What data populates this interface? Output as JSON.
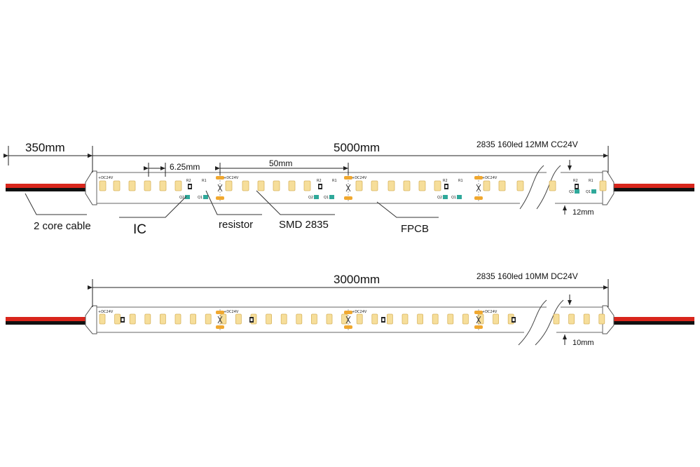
{
  "strip1": {
    "cable_length": "350mm",
    "total_length": "5000mm",
    "spec": "2835  160led 12MM  CC24V",
    "led_pitch": "6.25mm",
    "cut_pitch": "50mm",
    "width": "12mm",
    "labels": {
      "cable": "2 core cable",
      "ic": "IC",
      "resistor": "resistor",
      "smd": "SMD 2835",
      "fpcb": "FPCB"
    },
    "pcb_marks": {
      "voltage": "+DC24V",
      "r1": "R1",
      "r2": "R2",
      "q1": "Q1",
      "q2": "Q2"
    }
  },
  "strip2": {
    "total_length": "3000mm",
    "spec": "2835  160led 10MM  DC24V",
    "width": "10mm",
    "pcb_marks": {
      "voltage": "+DC24V"
    }
  },
  "colors": {
    "led": "#F6DE9A",
    "led_edge": "#D9B560",
    "pad": "#F0A830",
    "wire_red": "#D9261C",
    "wire_black": "#111111",
    "ic": "#2FA89A",
    "line": "#333333"
  }
}
